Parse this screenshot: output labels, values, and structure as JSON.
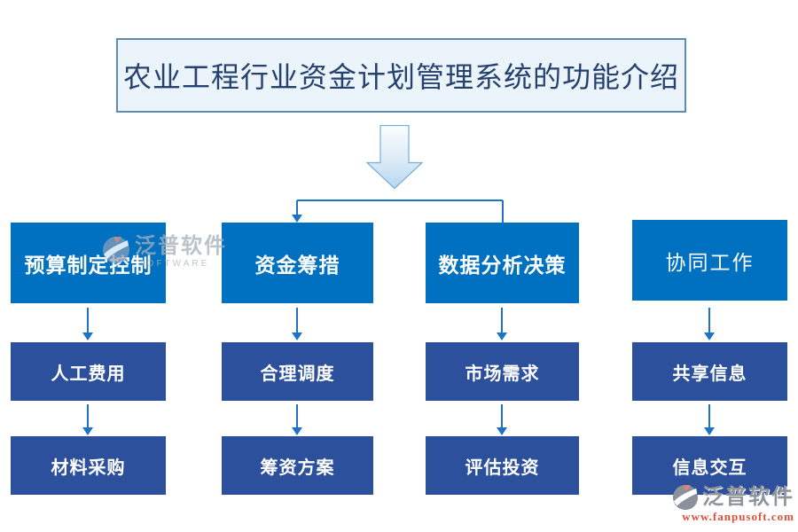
{
  "title": "农业工程行业资金计划管理系统的功能介绍",
  "columns": [
    {
      "header": "预算制定控制",
      "items": [
        "人工费用",
        "材料采购"
      ]
    },
    {
      "header": "资金筹措",
      "items": [
        "合理调度",
        "筹资方案"
      ]
    },
    {
      "header": "数据分析决策",
      "items": [
        "市场需求",
        "评估投资"
      ]
    },
    {
      "header": "协同工作",
      "items": [
        "共享信息",
        "信息交互"
      ]
    }
  ],
  "watermark_center": {
    "brand": "泛普软件",
    "subtitle": "SOFTWARE"
  },
  "watermark_corner": {
    "brand": "泛普软件",
    "url": "www.fanpusoft.com"
  },
  "icons": {
    "center_logo": "fanpu-logo-icon",
    "corner_logo": "fanpu-logo-icon",
    "down_arrow": "down-arrow-shape"
  },
  "colors": {
    "row1_box": "#0070c0",
    "row2_row3_box": "#2c509b",
    "connector_blue": "#1e73c5",
    "title_text": "#25416f",
    "title_background": "#ebf4fa",
    "title_border": "#5d8cae",
    "watermark_url_red": "#e04f3a",
    "watermark_gray": "#8d949c"
  }
}
